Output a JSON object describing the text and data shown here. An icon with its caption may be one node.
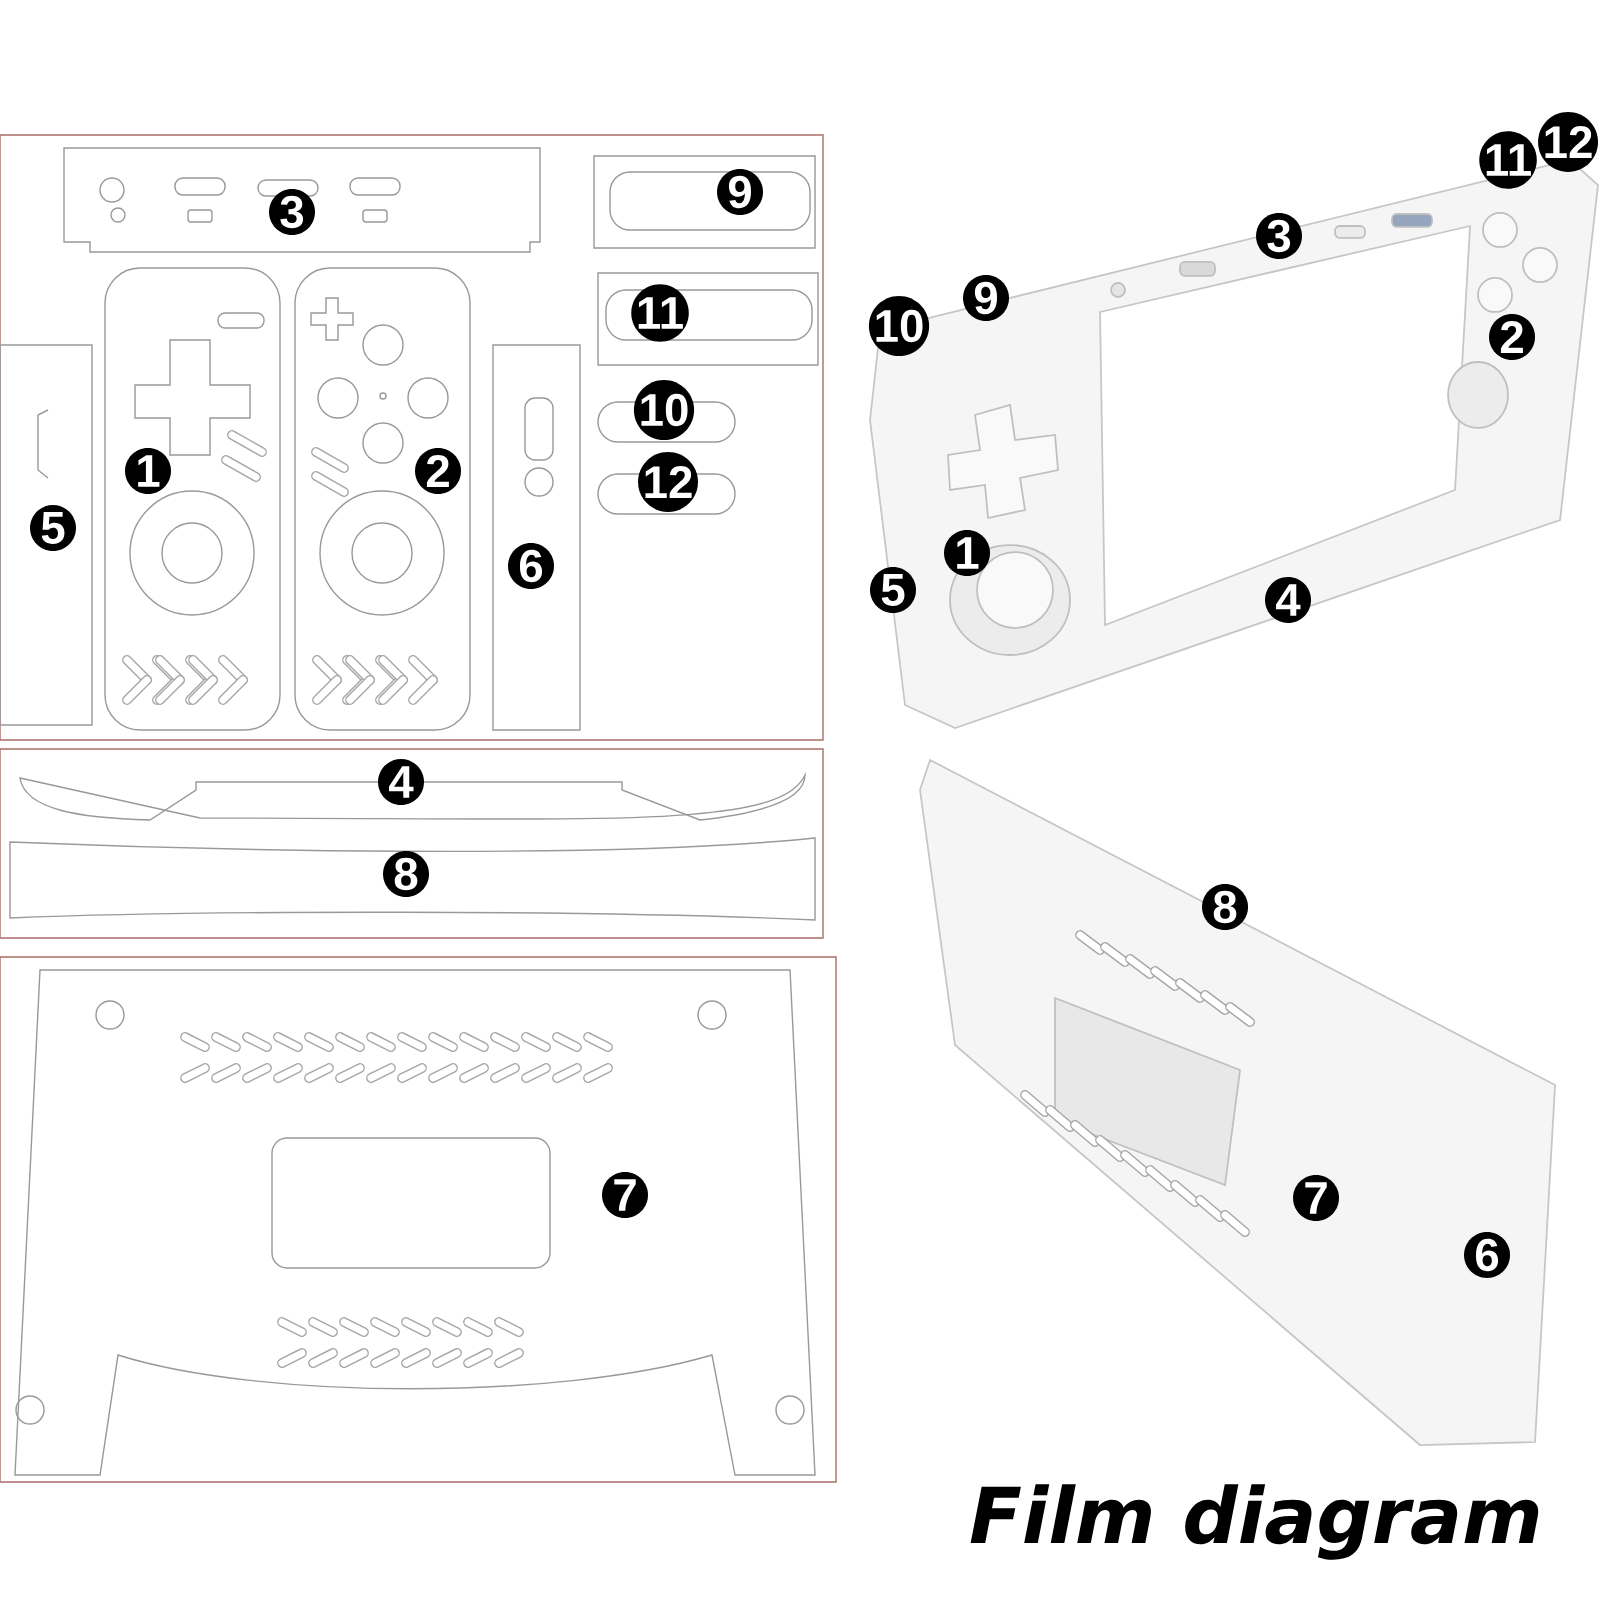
{
  "diagram": {
    "caption": "Film diagram",
    "labels": [
      "3",
      "9",
      "11",
      "10",
      "1",
      "2",
      "12",
      "5",
      "6",
      "4",
      "8",
      "7",
      "11",
      "12",
      "3",
      "9",
      "10",
      "2",
      "1",
      "5",
      "4",
      "8",
      "7",
      "6"
    ]
  }
}
